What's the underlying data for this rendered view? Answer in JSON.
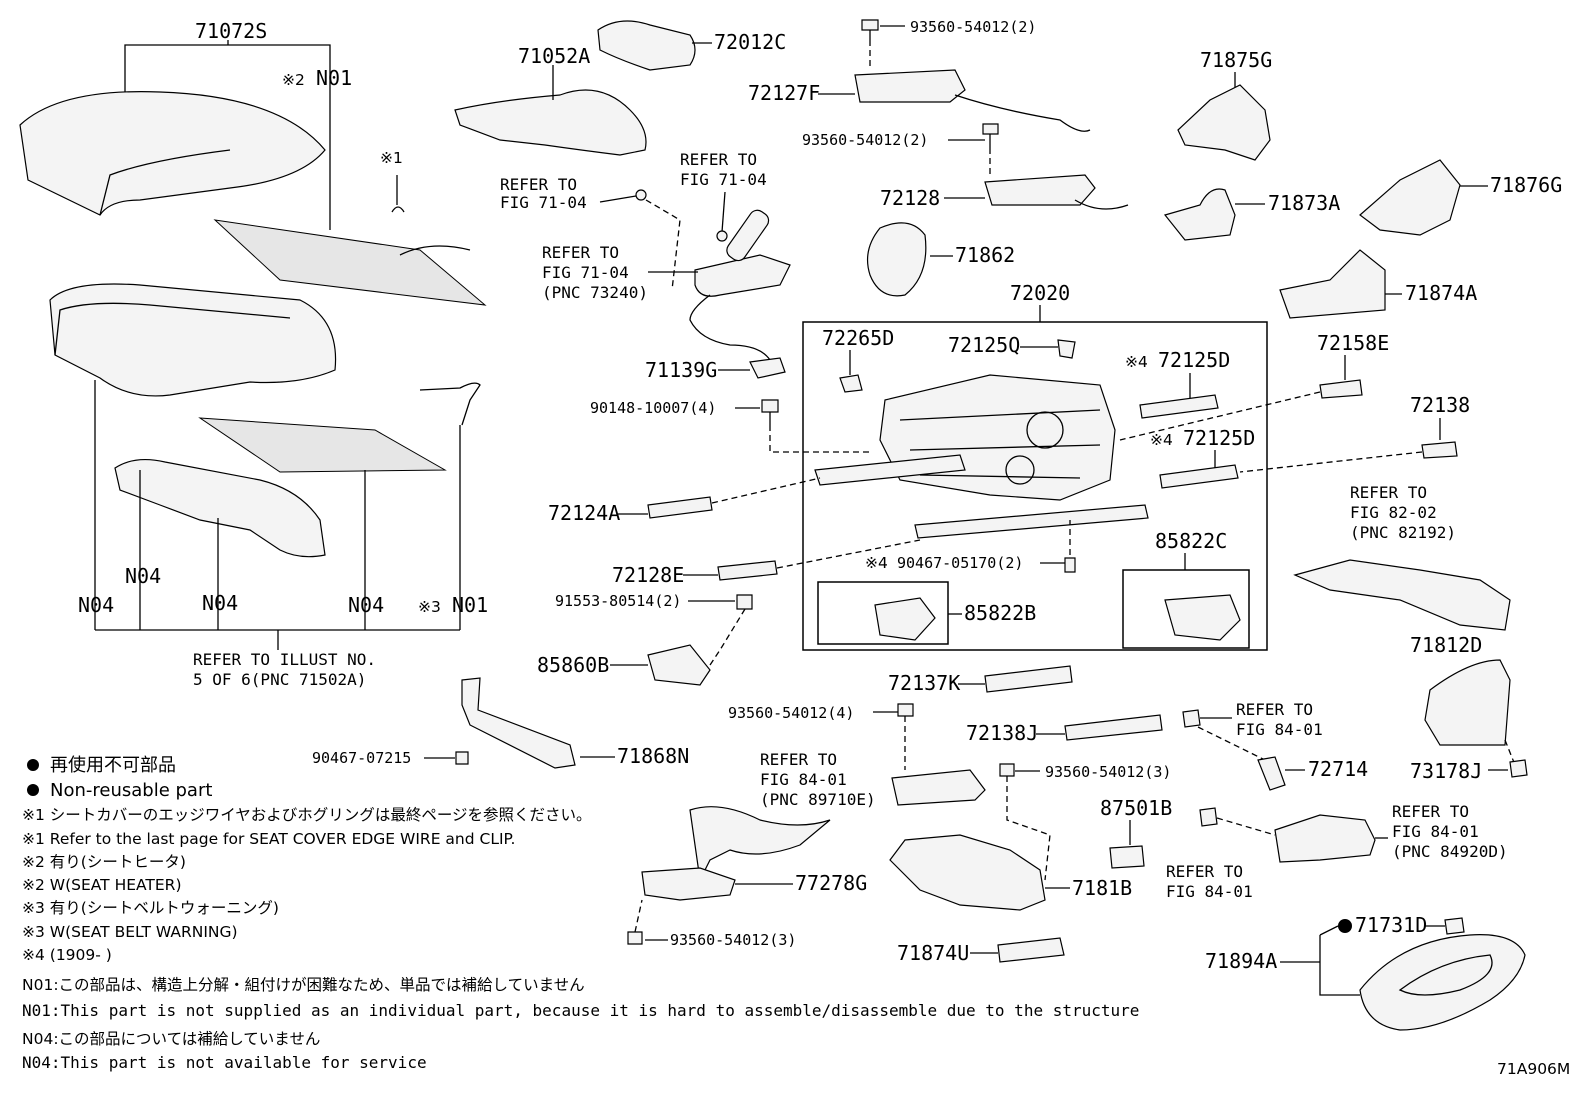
{
  "diagram_id": "71A906M",
  "parts": {
    "p71072S": "71072S",
    "p71052A": "71052A",
    "p72012C": "72012C",
    "p93560_1": "93560-54012(2)",
    "p72127F": "72127F",
    "p93560_2": "93560-54012(2)",
    "p72128": "72128",
    "p71862": "71862",
    "p71875G": "71875G",
    "p71873A": "71873A",
    "p71876G": "71876G",
    "p71874A": "71874A",
    "p72020": "72020",
    "p72265D": "72265D",
    "p72125Q": "72125Q",
    "p72125D_a": "72125D",
    "p72125D_b": "72125D",
    "p72158E": "72158E",
    "p72138": "72138",
    "p71139G": "71139G",
    "p90148": "90148-10007(4)",
    "p72124A": "72124A",
    "p72128E": "72128E",
    "p90467_05170": "90467-05170(2)",
    "p85822C": "85822C",
    "p85822B": "85822B",
    "p91553": "91553-80514(2)",
    "p85860B": "85860B",
    "p72137K": "72137K",
    "p93560_4": "93560-54012(4)",
    "p72138J": "72138J",
    "p72714": "72714",
    "p71812D": "71812D",
    "p73178J": "73178J",
    "p90467_07215": "90467-07215",
    "p71868N": "71868N",
    "p93560_3a": "93560-54012(3)",
    "p87501B": "87501B",
    "p7181B": "7181B",
    "p77278G": "77278G",
    "p93560_3b": "93560-54012(3)",
    "p71874U": "71874U",
    "p71731D": "71731D",
    "p71894A": "71894A"
  },
  "codes": {
    "n01_a": "N01",
    "n01_b": "N01",
    "n04_a": "N04",
    "n04_b": "N04",
    "n04_c": "N04",
    "n04_d": "N04",
    "m1": "※1",
    "m2": "※2",
    "m3": "※3",
    "m4a": "※4",
    "m4b": "※4",
    "m4c": "※4"
  },
  "refs": {
    "r1": [
      "REFER TO",
      "FIG 71-04"
    ],
    "r2": [
      "REFER TO",
      "FIG 71-04"
    ],
    "r3": [
      "REFER TO",
      "FIG 71-04",
      "(PNC 73240)"
    ],
    "r4": [
      "REFER TO",
      "FIG 82-02",
      "(PNC 82192)"
    ],
    "r5": [
      "REFER TO ILLUST NO.",
      "5 OF 6(PNC 71502A)"
    ],
    "r6": [
      "REFER TO",
      "FIG 84-01"
    ],
    "r7": [
      "REFER TO",
      "FIG 84-01",
      "(PNC 89710E)"
    ],
    "r8": [
      "REFER TO",
      "FIG 84-01",
      "(PNC 84920D)"
    ],
    "r9": [
      "REFER TO",
      "FIG 84-01"
    ]
  },
  "legend": {
    "jp_nonreusable": "再使用不可部品",
    "en_nonreusable": "Non-reusable part",
    "n1_jp": "※1 シートカバーのエッジワイヤおよびホグリングは最終ページを参照ください。",
    "n1_en": "※1 Refer to the last page for SEAT COVER EDGE WIRE and CLIP.",
    "n2_jp": "※2 有り(シートヒータ)",
    "n2_en": "※2 W(SEAT HEATER)",
    "n3_jp": "※3 有り(シートベルトウォーニング)",
    "n3_en": "※3 W(SEAT BELT WARNING)",
    "n4": "※4 (1909-    )",
    "n01_jp": "N01:この部品は、構造上分解・組付けが困難なため、単品では補給していません",
    "n01_en": "N01:This part is not supplied as an individual part, because it is hard to assemble/disassemble due to the structure",
    "n04_jp": "N04:この部品については補給していません",
    "n04_en": "N04:This part is not available for service"
  }
}
